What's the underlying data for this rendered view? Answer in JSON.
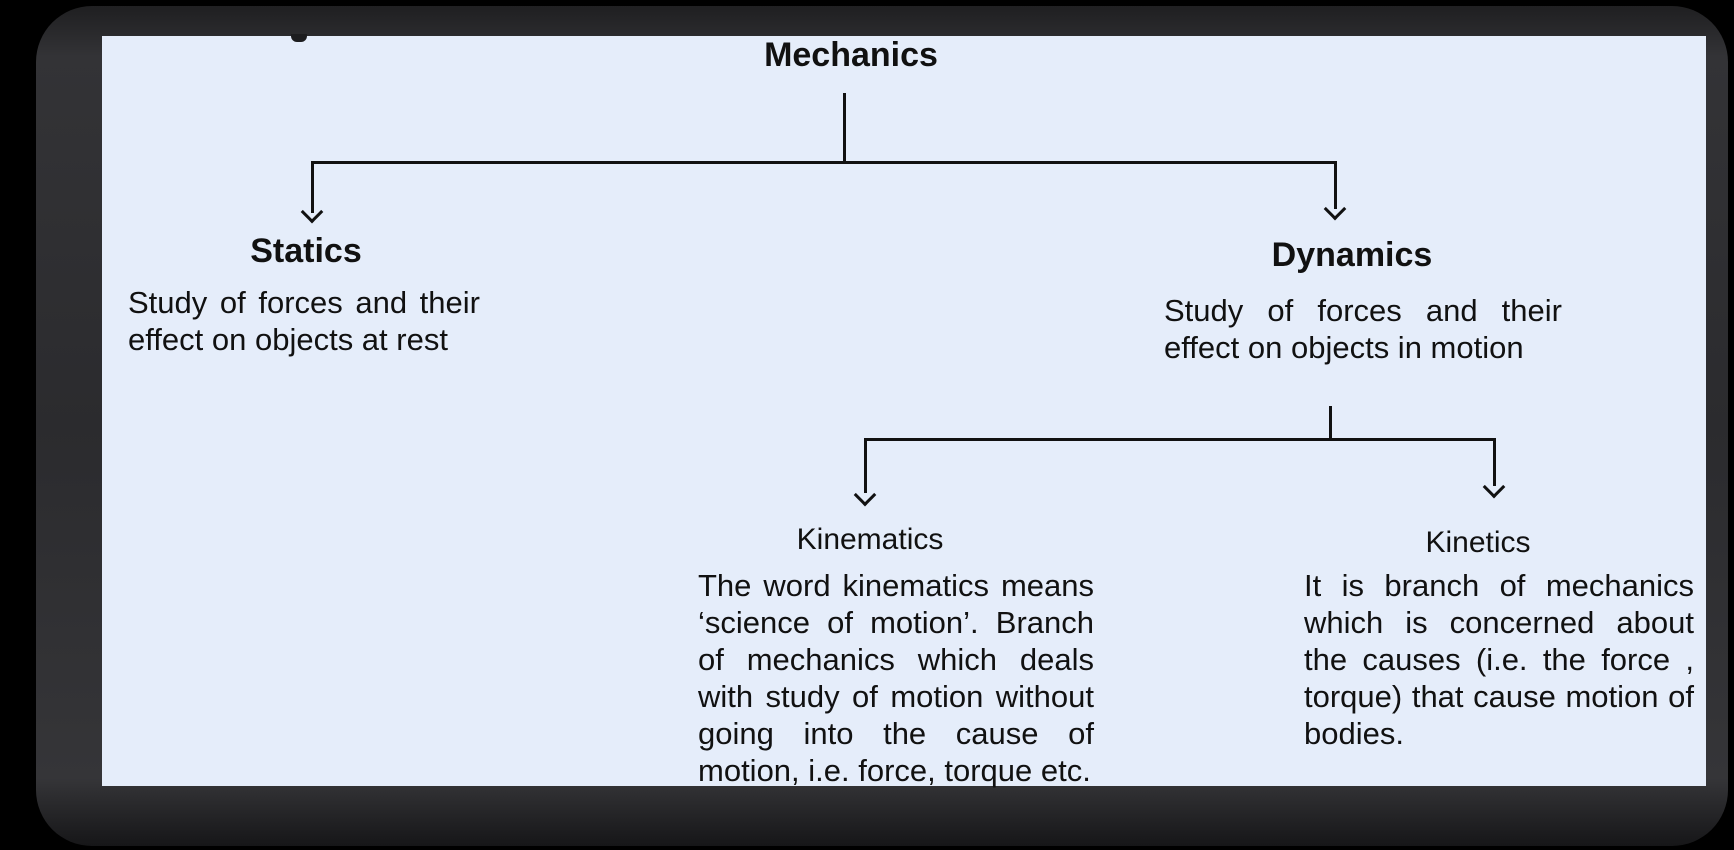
{
  "colors": {
    "page_background": "#000000",
    "frame": "#2b2b2e",
    "canvas_background": "#e5edfa",
    "line": "#111111",
    "text": "#111111"
  },
  "diagram": {
    "root": {
      "label": "Mechanics"
    },
    "branches": [
      {
        "label": "Statics",
        "description": "Study of forces and their effect on objects at rest"
      },
      {
        "label": "Dynamics",
        "description": "Study of forces and their effect on objects in motion"
      }
    ],
    "sub_branches": [
      {
        "label": "Kinematics",
        "description": "The word kinematics means ‘science of motion’. Branch of mechanics which deals with study of motion without going into the cause of motion, i.e. force, torque etc."
      },
      {
        "label": "Kinetics",
        "description": "It is branch of mechanics which is concerned about the causes (i.e. the force , torque) that cause motion of bodies."
      }
    ]
  }
}
